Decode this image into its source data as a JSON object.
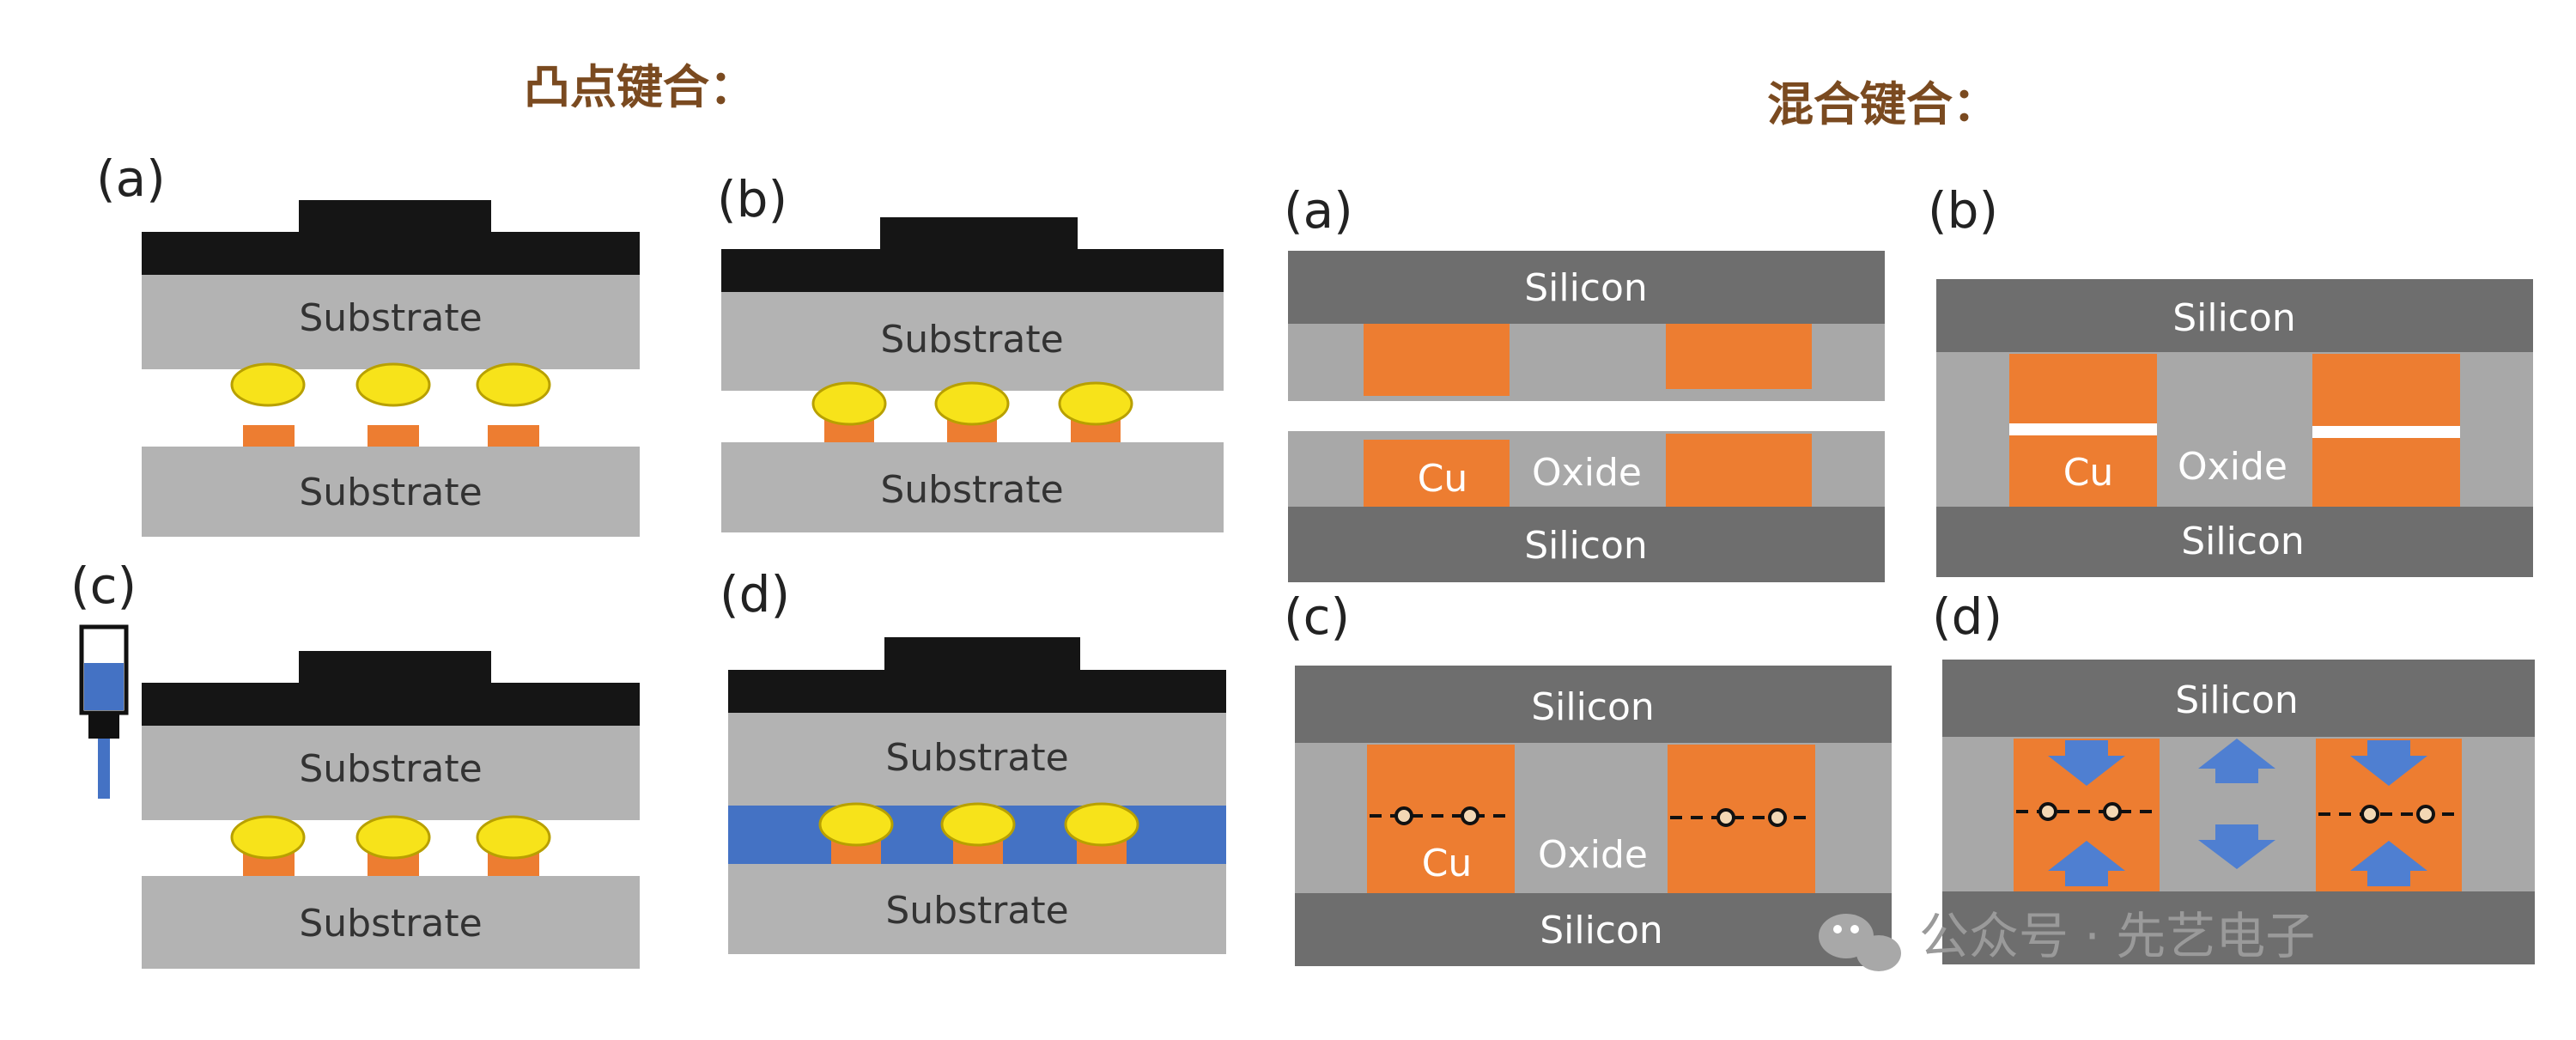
{
  "titles": {
    "bump": "凸点键合：",
    "hybrid": "混合键合："
  },
  "panel_labels": {
    "bump": [
      "(a)",
      "(b)",
      "(c)",
      "(d)"
    ],
    "hybrid": [
      "(a)",
      "(b)",
      "(c)",
      "(d)"
    ]
  },
  "layer_labels": {
    "substrate": "Substrate",
    "silicon": "Silicon",
    "cu": "Cu",
    "oxide": "Oxide"
  },
  "watermark": "公众号 · 先艺电子",
  "colors": {
    "die_black": "#151515",
    "substrate_gray": "#b3b3b3",
    "silicon_dark": "#6e6e6e",
    "oxide_gray": "#a8a8a8",
    "copper_orange": "#ed7d31",
    "solder_yellow": "#f7e31a",
    "underfill_blue": "#4472c4",
    "arrow_blue": "#4f7fd1",
    "title_brown": "#7a4a20"
  },
  "icons": {
    "dispenser": "underfill-dispenser-icon",
    "arrows": "diffusion-arrow-icon",
    "bonds": "cu-bond-dumbbell-icon",
    "watermark": "wechat-icon"
  }
}
